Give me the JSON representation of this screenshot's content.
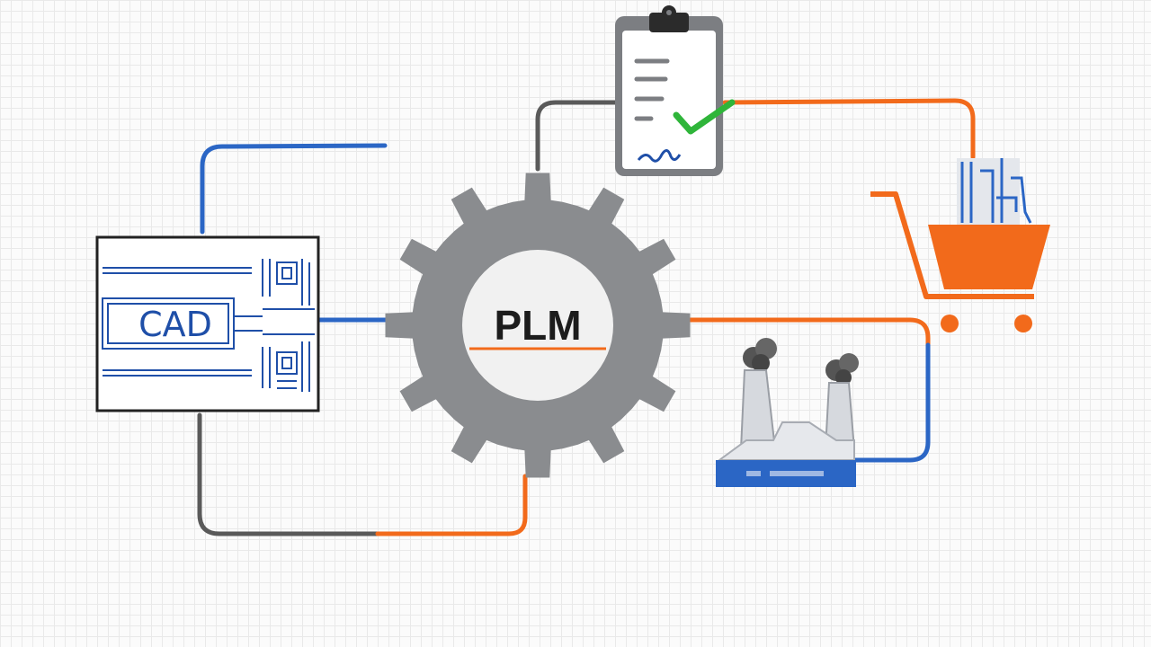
{
  "labels": {
    "cad": "CAD",
    "plm": "PLM"
  },
  "nodes": [
    {
      "id": "plm-hub",
      "icon": "gear-icon"
    },
    {
      "id": "cad-drawing",
      "icon": "blueprint-icon"
    },
    {
      "id": "approval",
      "icon": "clipboard-check-icon"
    },
    {
      "id": "sales",
      "icon": "shopping-cart-icon"
    },
    {
      "id": "manufacturing",
      "icon": "factory-icon"
    }
  ],
  "colors": {
    "blue": "#2b66c5",
    "orange": "#f26a1b",
    "gray": "#5a5a5a",
    "gear": "#8a8c8f",
    "check": "#2fb53a"
  }
}
